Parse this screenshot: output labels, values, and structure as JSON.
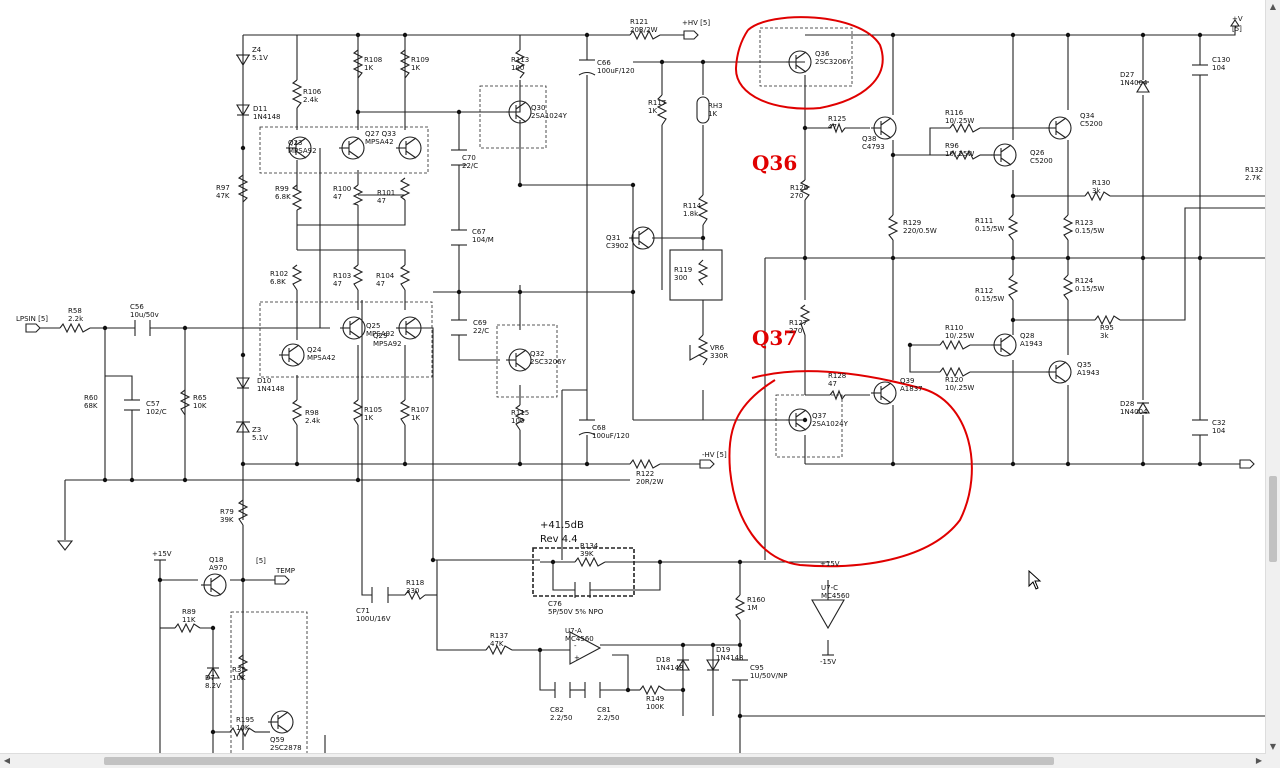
{
  "schematic": {
    "input_label": "LPSIN [5]",
    "rails": {
      "plus_hv": "+HV [5]",
      "minus_hv": "-HV [5]",
      "plus_v": "+V",
      "plus_v_ref": "[5]",
      "plus_15": "+15V",
      "minus_15": "-15V"
    },
    "annotation": {
      "q36": "Q36",
      "q37": "Q37"
    },
    "rev_box": {
      "gain": "+41.5dB",
      "rev": "Rev 4.4"
    },
    "temp_label": "TEMP",
    "temp_ref": "[5]",
    "parts": [
      {
        "ref": "R58",
        "val": "2.2k"
      },
      {
        "ref": "C56",
        "val": "10u/50v"
      },
      {
        "ref": "R60",
        "val": "68K"
      },
      {
        "ref": "C57",
        "val": "102/C"
      },
      {
        "ref": "R65",
        "val": "10K"
      },
      {
        "ref": "Z4",
        "val": "5.1V"
      },
      {
        "ref": "D11",
        "val": "1N4148"
      },
      {
        "ref": "R97",
        "val": "47K"
      },
      {
        "ref": "D10",
        "val": "1N4148"
      },
      {
        "ref": "Z3",
        "val": "5.1V"
      },
      {
        "ref": "R106",
        "val": "2.4k"
      },
      {
        "ref": "Q23",
        "val": "MPSA92"
      },
      {
        "ref": "R99",
        "val": "6.8K"
      },
      {
        "ref": "R102",
        "val": "6.8K"
      },
      {
        "ref": "Q24",
        "val": "MPSA42"
      },
      {
        "ref": "R98",
        "val": "2.4k"
      },
      {
        "ref": "R108",
        "val": "1K"
      },
      {
        "ref": "R109",
        "val": "1K"
      },
      {
        "ref": "Q27 Q33",
        "val": "MPSA42"
      },
      {
        "ref": "R100",
        "val": "47"
      },
      {
        "ref": "R101",
        "val": "47"
      },
      {
        "ref": "R103",
        "val": "47"
      },
      {
        "ref": "R104",
        "val": "47"
      },
      {
        "ref": "Q25",
        "val": "MPSA92"
      },
      {
        "ref": "Q29",
        "val": "MPSA92"
      },
      {
        "ref": "R105",
        "val": "1K"
      },
      {
        "ref": "R107",
        "val": "1K"
      },
      {
        "ref": "R113",
        "val": "100"
      },
      {
        "ref": "Q30",
        "val": "2SA1024Y"
      },
      {
        "ref": "C70",
        "val": "22/C"
      },
      {
        "ref": "C67",
        "val": "104/M"
      },
      {
        "ref": "C69",
        "val": "22/C"
      },
      {
        "ref": "Q32",
        "val": "2SC3206Y"
      },
      {
        "ref": "R115",
        "val": "100"
      },
      {
        "ref": "C66",
        "val": "100uF/120"
      },
      {
        "ref": "C68",
        "val": "100uF/120"
      },
      {
        "ref": "R121",
        "val": "20R/2W"
      },
      {
        "ref": "R122",
        "val": "20R/2W"
      },
      {
        "ref": "R117",
        "val": "1K"
      },
      {
        "ref": "RH3",
        "val": "1K"
      },
      {
        "ref": "R114",
        "val": "1.8k"
      },
      {
        "ref": "Q31",
        "val": "C3902"
      },
      {
        "ref": "R119",
        "val": "300"
      },
      {
        "ref": "VR6",
        "val": "330R"
      },
      {
        "ref": "Q36",
        "val": "2SC3206Y"
      },
      {
        "ref": "R125",
        "val": "47"
      },
      {
        "ref": "Q38",
        "val": "C4793"
      },
      {
        "ref": "R126",
        "val": "270"
      },
      {
        "ref": "R127",
        "val": "270"
      },
      {
        "ref": "R128",
        "val": "47"
      },
      {
        "ref": "Q39",
        "val": "A1837"
      },
      {
        "ref": "Q37",
        "val": "2SA1024Y"
      },
      {
        "ref": "R129",
        "val": "220/0.5W"
      },
      {
        "ref": "R116",
        "val": "10/.25W"
      },
      {
        "ref": "R96",
        "val": "10/.25W"
      },
      {
        "ref": "Q26",
        "val": "C5200"
      },
      {
        "ref": "Q34",
        "val": "C5200"
      },
      {
        "ref": "R111",
        "val": "0.15/5W"
      },
      {
        "ref": "R123",
        "val": "0.15/5W"
      },
      {
        "ref": "R130",
        "val": "3k"
      },
      {
        "ref": "R112",
        "val": "0.15/5W"
      },
      {
        "ref": "R124",
        "val": "0.15/5W"
      },
      {
        "ref": "R95",
        "val": "3k"
      },
      {
        "ref": "R110",
        "val": "10/.25W"
      },
      {
        "ref": "R120",
        "val": "10/.25W"
      },
      {
        "ref": "Q28",
        "val": "A1943"
      },
      {
        "ref": "Q35",
        "val": "A1943"
      },
      {
        "ref": "D27",
        "val": "1N4004"
      },
      {
        "ref": "D28",
        "val": "1N4004"
      },
      {
        "ref": "C130",
        "val": "104"
      },
      {
        "ref": "C32",
        "val": "104"
      },
      {
        "ref": "R132",
        "val": "2.7K"
      },
      {
        "ref": "R79",
        "val": "39K"
      },
      {
        "ref": "Q18",
        "val": "A970"
      },
      {
        "ref": "R89",
        "val": "11K"
      },
      {
        "ref": "D7",
        "val": "8.2V"
      },
      {
        "ref": "R35",
        "val": "10K"
      },
      {
        "ref": "R195",
        "val": "10K"
      },
      {
        "ref": "Q59",
        "val": "2SC2878"
      },
      {
        "ref": "C71",
        "val": "100U/16V"
      },
      {
        "ref": "R118",
        "val": "330"
      },
      {
        "ref": "R134",
        "val": "39K"
      },
      {
        "ref": "C76",
        "val": "5P/50V 5% NPO"
      },
      {
        "ref": "R137",
        "val": "47K"
      },
      {
        "ref": "U7-A",
        "val": "MC4560"
      },
      {
        "ref": "U7-C",
        "val": "MC4560"
      },
      {
        "ref": "D18",
        "val": "1N4148"
      },
      {
        "ref": "D19",
        "val": "1N4148"
      },
      {
        "ref": "R160",
        "val": "1M"
      },
      {
        "ref": "C95",
        "val": "1U/50V/NP"
      },
      {
        "ref": "C82",
        "val": "2.2/50"
      },
      {
        "ref": "C81",
        "val": "2.2/50"
      },
      {
        "ref": "R149",
        "val": "100K"
      }
    ]
  }
}
